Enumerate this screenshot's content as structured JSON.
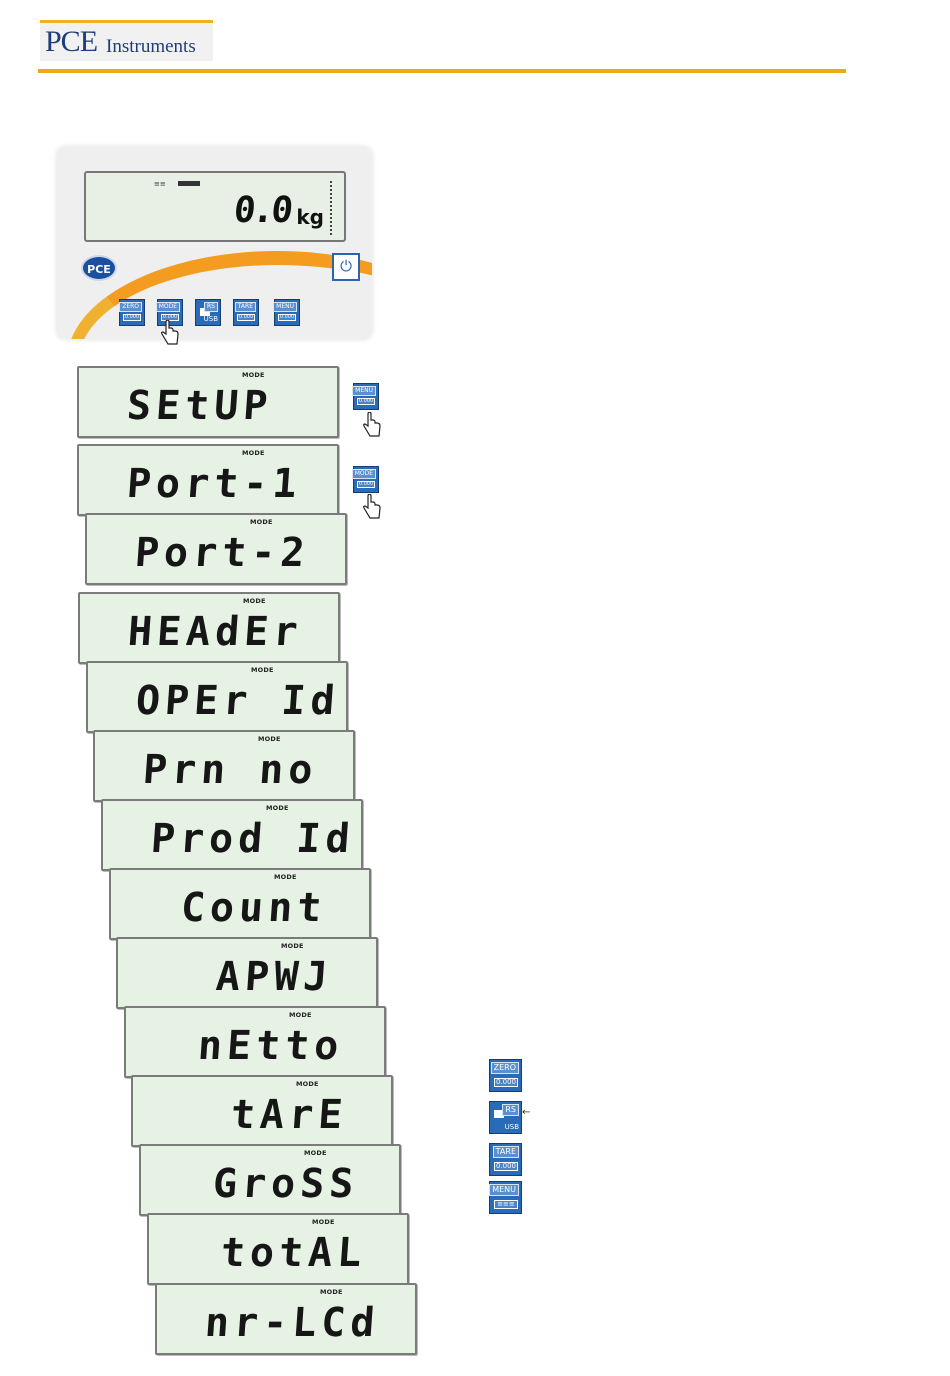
{
  "header": {
    "logo_main": "PCE",
    "logo_sub": "Instruments"
  },
  "scale_panel": {
    "weight_value": "0.0",
    "weight_unit": "kg",
    "badge": "PCE",
    "power_symbol": "⏻",
    "keys": [
      {
        "top": "ZERO",
        "mini": "0.000"
      },
      {
        "top": "MODE",
        "mini": "0.000"
      },
      {
        "top": "RS",
        "mini": "USB"
      },
      {
        "top": "TARE",
        "mini": "0.000"
      },
      {
        "top": "MENU",
        "mini": "0.000"
      }
    ]
  },
  "side_keys": [
    {
      "top": "MENU",
      "mini": "0.000"
    },
    {
      "top": "MODE",
      "mini": "0.000"
    }
  ],
  "lcd_mode_label": "MODE",
  "menu_displays": [
    "SEtUP",
    "Port-1",
    "Port-2",
    "HEAdEr",
    "OPEr Id",
    "Prn no",
    "Prod Id",
    "Count",
    "APWJ",
    "nEtto",
    "tArE",
    "GroSS",
    "totAL",
    "nr-LCd"
  ],
  "legend_keys": [
    {
      "top": "ZERO",
      "mini": "0.000"
    },
    {
      "top": "RS",
      "mini": "USB"
    },
    {
      "top": "TARE",
      "mini": "0.000"
    },
    {
      "top": "MENU",
      "mini": "≡≡≡"
    }
  ],
  "colors": {
    "brand_blue": "#1f3d7a",
    "accent_orange": "#f0a818",
    "key_blue": "#2a6bb8",
    "lcd_green": "#e6f2e4"
  }
}
